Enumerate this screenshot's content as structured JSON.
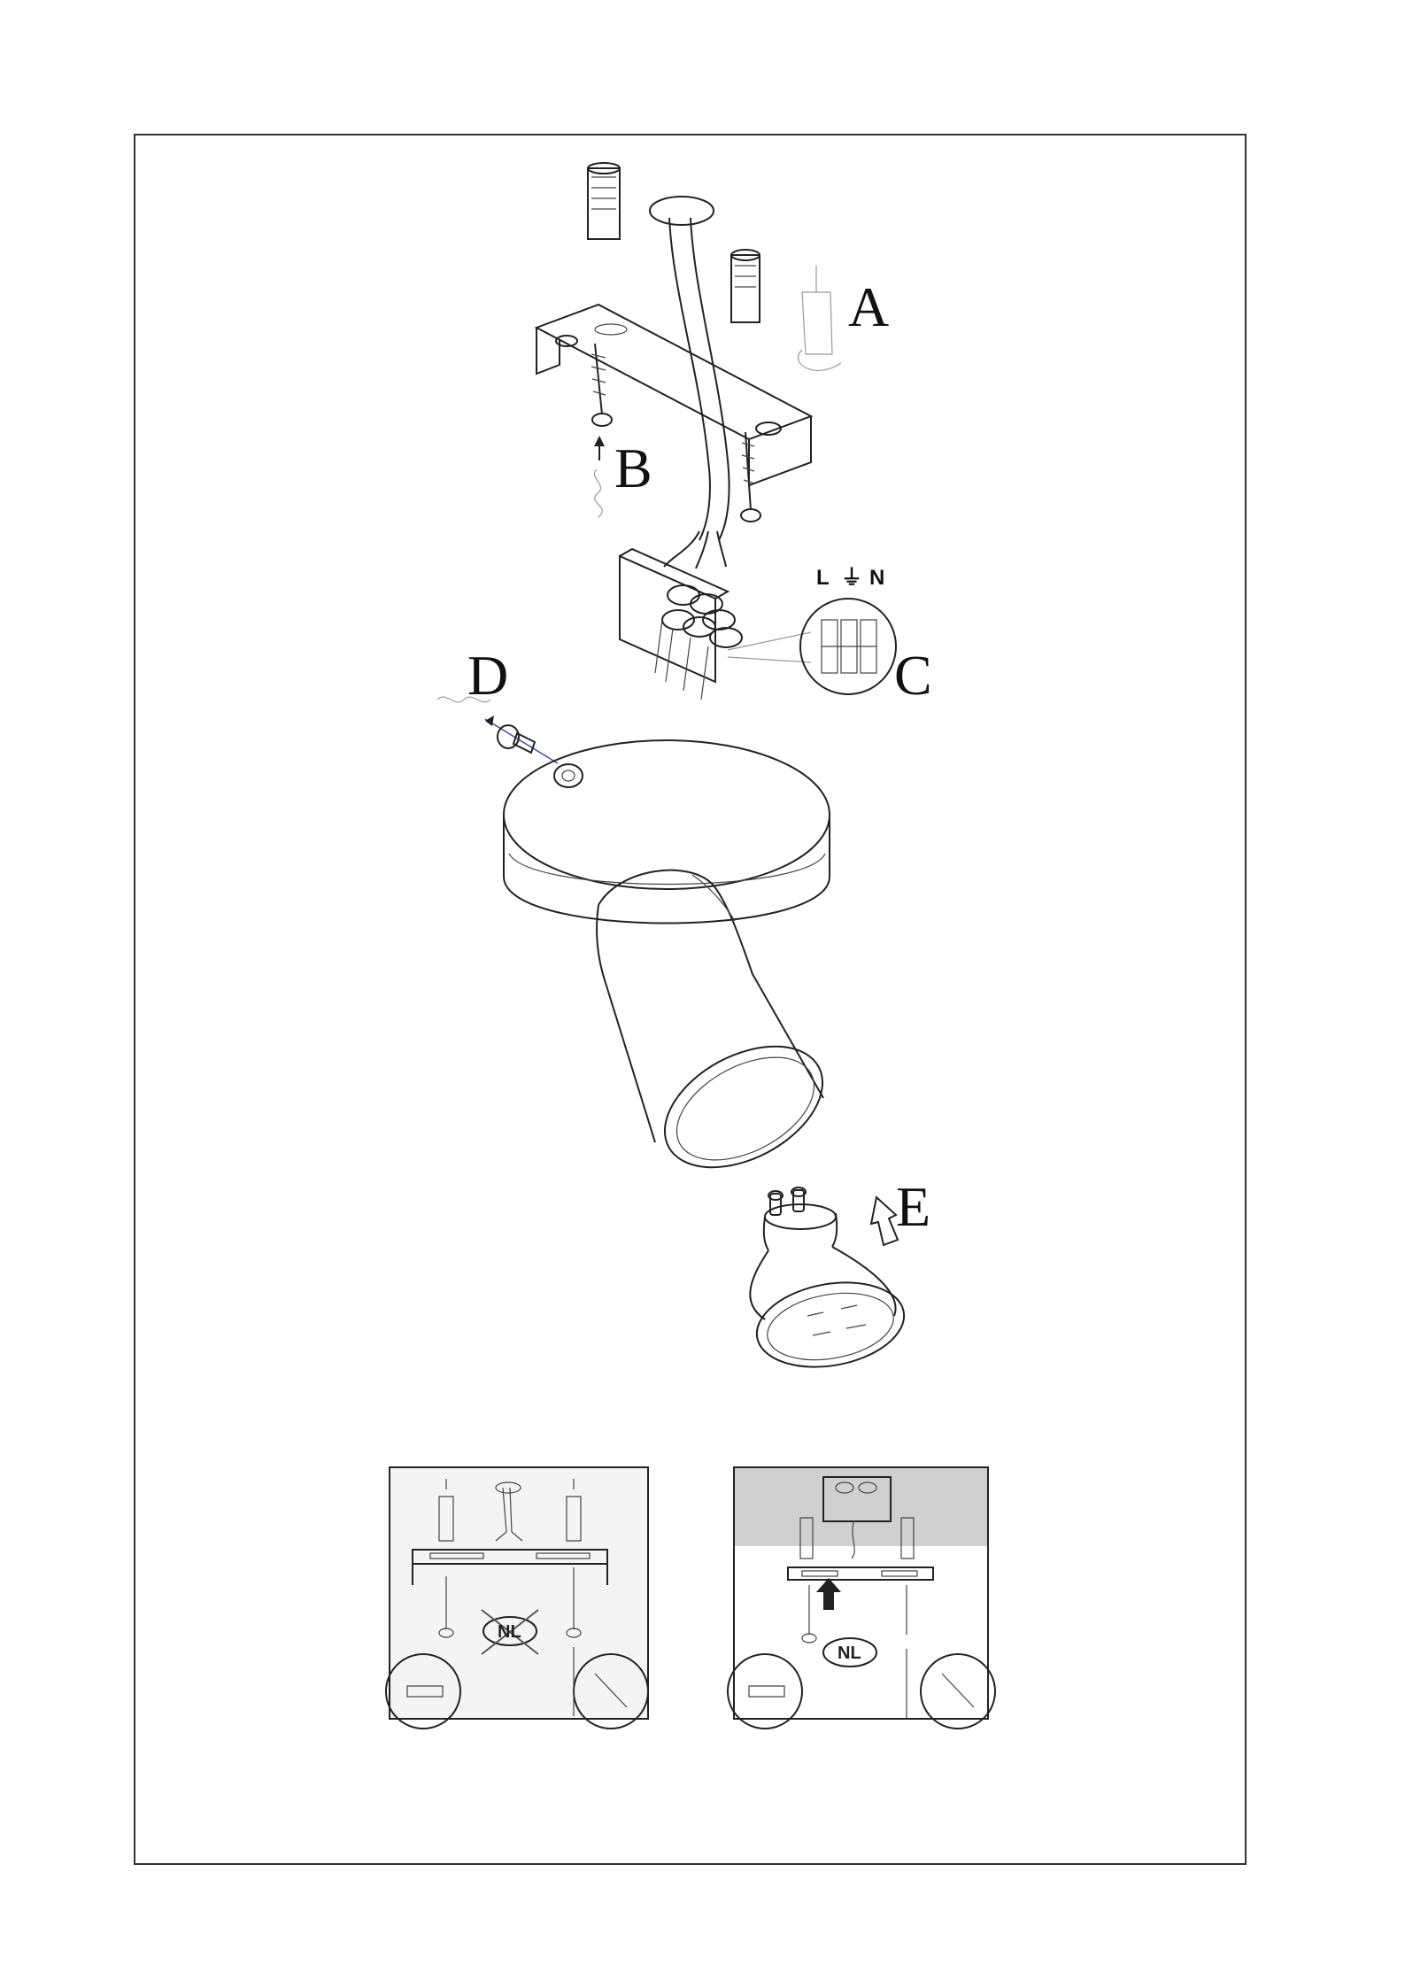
{
  "steps": {
    "a": {
      "letter": "A"
    },
    "b": {
      "letter": "B"
    },
    "c": {
      "letter": "C",
      "terminals": [
        "L",
        "⏚",
        "N"
      ]
    },
    "d": {
      "letter": "D"
    },
    "e": {
      "letter": "E"
    }
  },
  "insets": {
    "left": {
      "badge": "NL",
      "crossed": true
    },
    "right": {
      "badge": "NL",
      "crossed": false
    }
  },
  "colors": {
    "line": "#222222",
    "frame": "#333333",
    "accent_blue": "#3a4fb0",
    "ceiling_gray": "#d0d0d0"
  }
}
